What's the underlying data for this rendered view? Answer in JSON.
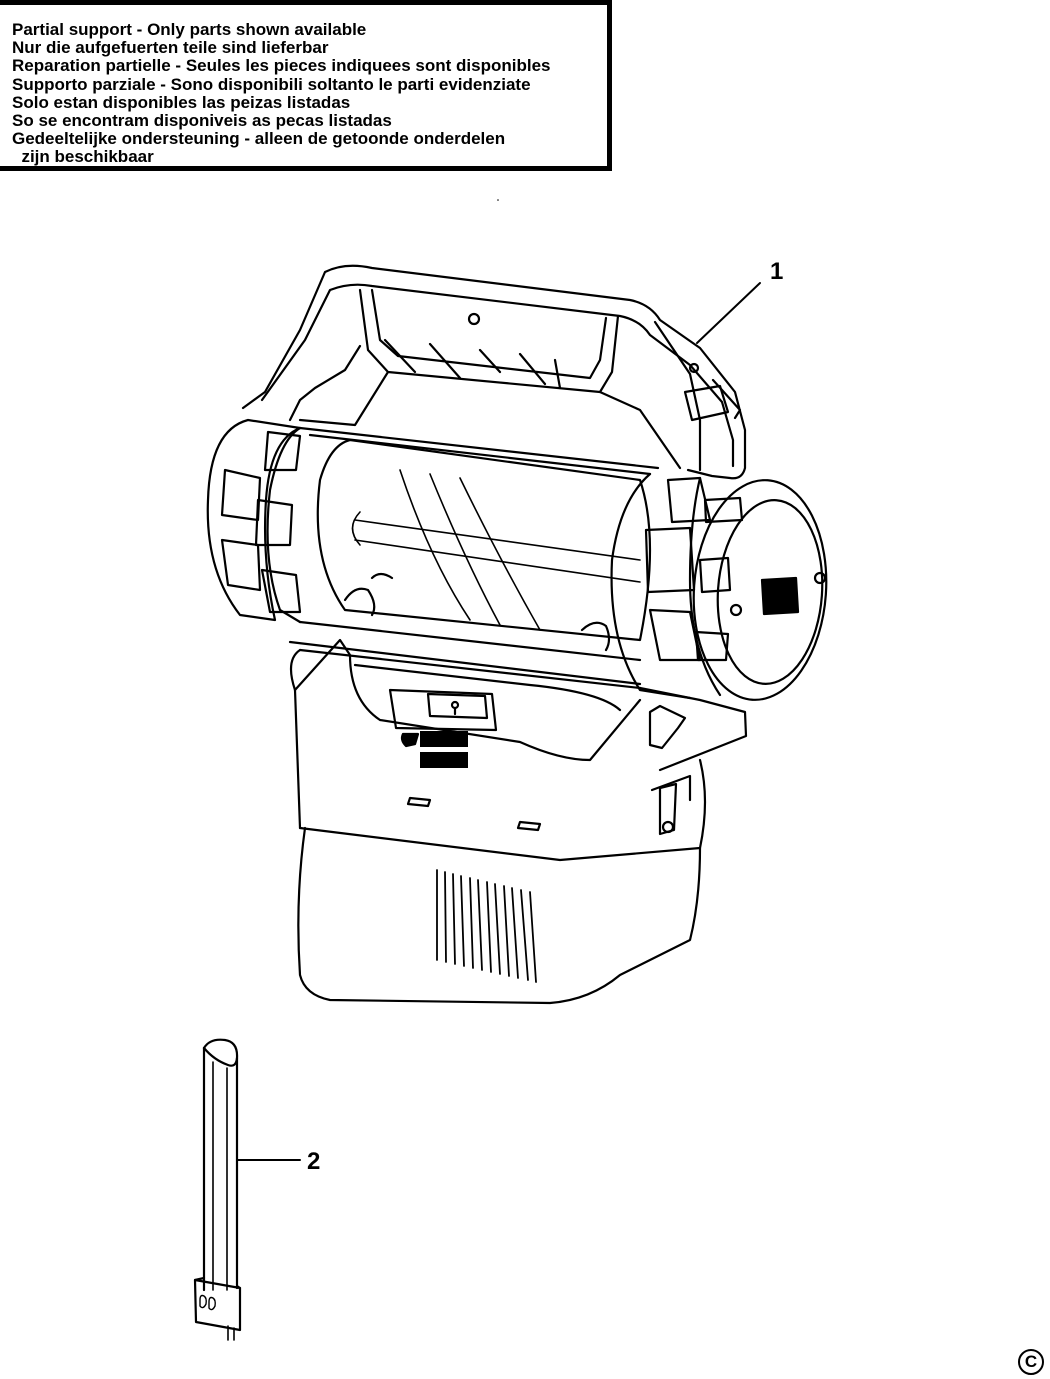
{
  "notice": {
    "lines": [
      "Partial support - Only parts shown available",
      "Nur die aufgefuerten teile sind lieferbar",
      "Reparation partielle - Seules les pieces indiquees sont disponibles",
      "Supporto parziale - Sono disponibili soltanto le parti evidenziate",
      "Solo estan disponibles las peizas listadas",
      "So se encontram disponiveis as pecas listadas",
      "Gedeeltelijke ondersteuning - alleen de getoonde onderdelen",
      "  zijn beschikbaar"
    ]
  },
  "callouts": {
    "part1": "1",
    "part2": "2"
  },
  "copyright_symbol": "C",
  "colors": {
    "line": "#000000",
    "background": "#ffffff"
  }
}
